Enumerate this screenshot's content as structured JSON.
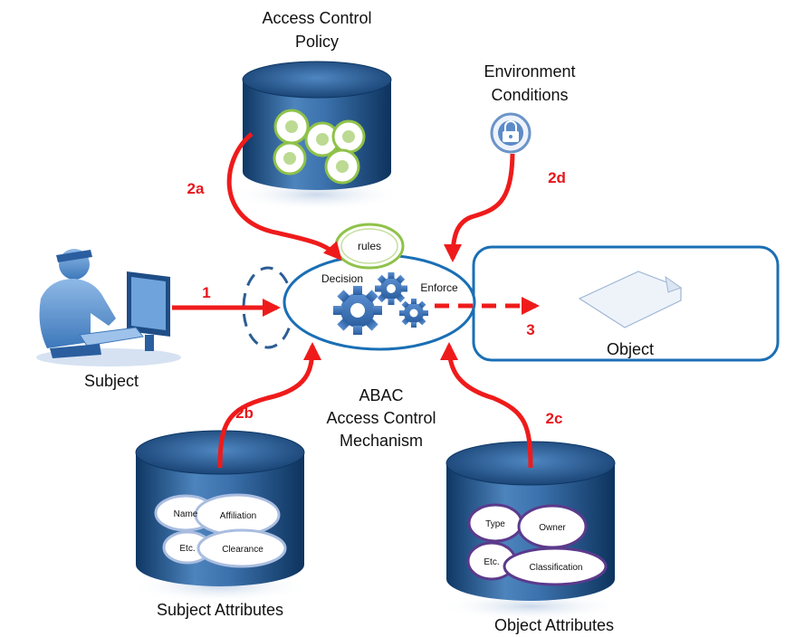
{
  "labels": {
    "access_control_policy": [
      "Access Control",
      "Policy"
    ],
    "environment_conditions": [
      "Environment",
      "Conditions"
    ],
    "subject": "Subject",
    "object": "Object",
    "mechanism": [
      "ABAC",
      "Access Control",
      "Mechanism"
    ],
    "subject_attributes": "Subject Attributes",
    "object_attributes": "Object Attributes",
    "rules": "rules",
    "decision": "Decision",
    "enforce": "Enforce"
  },
  "steps": {
    "s1": "1",
    "s2a": "2a",
    "s2b": "2b",
    "s2c": "2c",
    "s2d": "2d",
    "s3": "3"
  },
  "subject_attr_items": {
    "name": "Name",
    "affiliation": "Affiliation",
    "etc": "Etc.",
    "clearance": "Clearance"
  },
  "object_attr_items": {
    "type": "Type",
    "owner": "Owner",
    "etc": "Etc.",
    "classification": "Classification"
  },
  "colors": {
    "arrow": "#ef1b1b",
    "step_label": "#e8151b",
    "db_dark": "#0f3a6b",
    "db_light": "#6d9fd0",
    "mechanism_outline": "#1a6fb5",
    "policy_green": "#8fc24a",
    "attr_purple": "#5b3a8c"
  },
  "icons": [
    "lock-icon",
    "gear-icon",
    "person-computer-icon",
    "document-icon",
    "database-icon"
  ]
}
